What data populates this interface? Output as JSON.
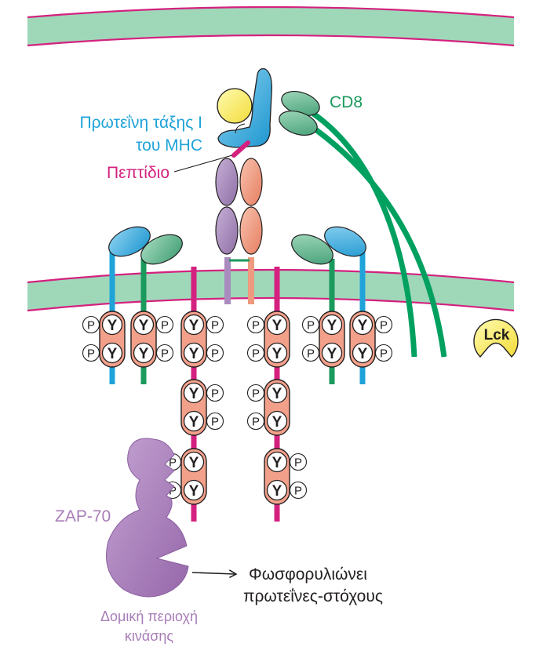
{
  "labels": {
    "mhc_line1": "Πρωτεΐνη τάξης Ι",
    "mhc_line2": "του MHC",
    "peptide": "Πεπτίδιο",
    "cd8": "CD8",
    "lck": "Lck",
    "zap70": "ZAP-70",
    "action_line1": "Φωσφορυλιώνει",
    "action_line2": "πρωτεΐνες-στόχους",
    "kinase_line1": "Δομική περιοχή",
    "kinase_line2": "κινάσης"
  },
  "motif": {
    "tyrosine": "Y",
    "phosphate": "P"
  },
  "colors": {
    "membrane": "#9fd8b9",
    "membrane_edge": "#d4217f",
    "mhc": "#2aa8df",
    "peptide": "#d4217f",
    "cd8": "#00a060",
    "cd8_domain": "#5bb58c",
    "cd3_blue": "#1fa3d9",
    "cd3_green": "#1a9a5c",
    "zeta": "#d4217f",
    "tcr_alpha": "#a98bbd",
    "tcr_beta": "#ef9a7e",
    "itam": "#f3a08a",
    "zap70": "#a77db7",
    "lck": "#fff36b",
    "beta2m": "#fff36b"
  }
}
